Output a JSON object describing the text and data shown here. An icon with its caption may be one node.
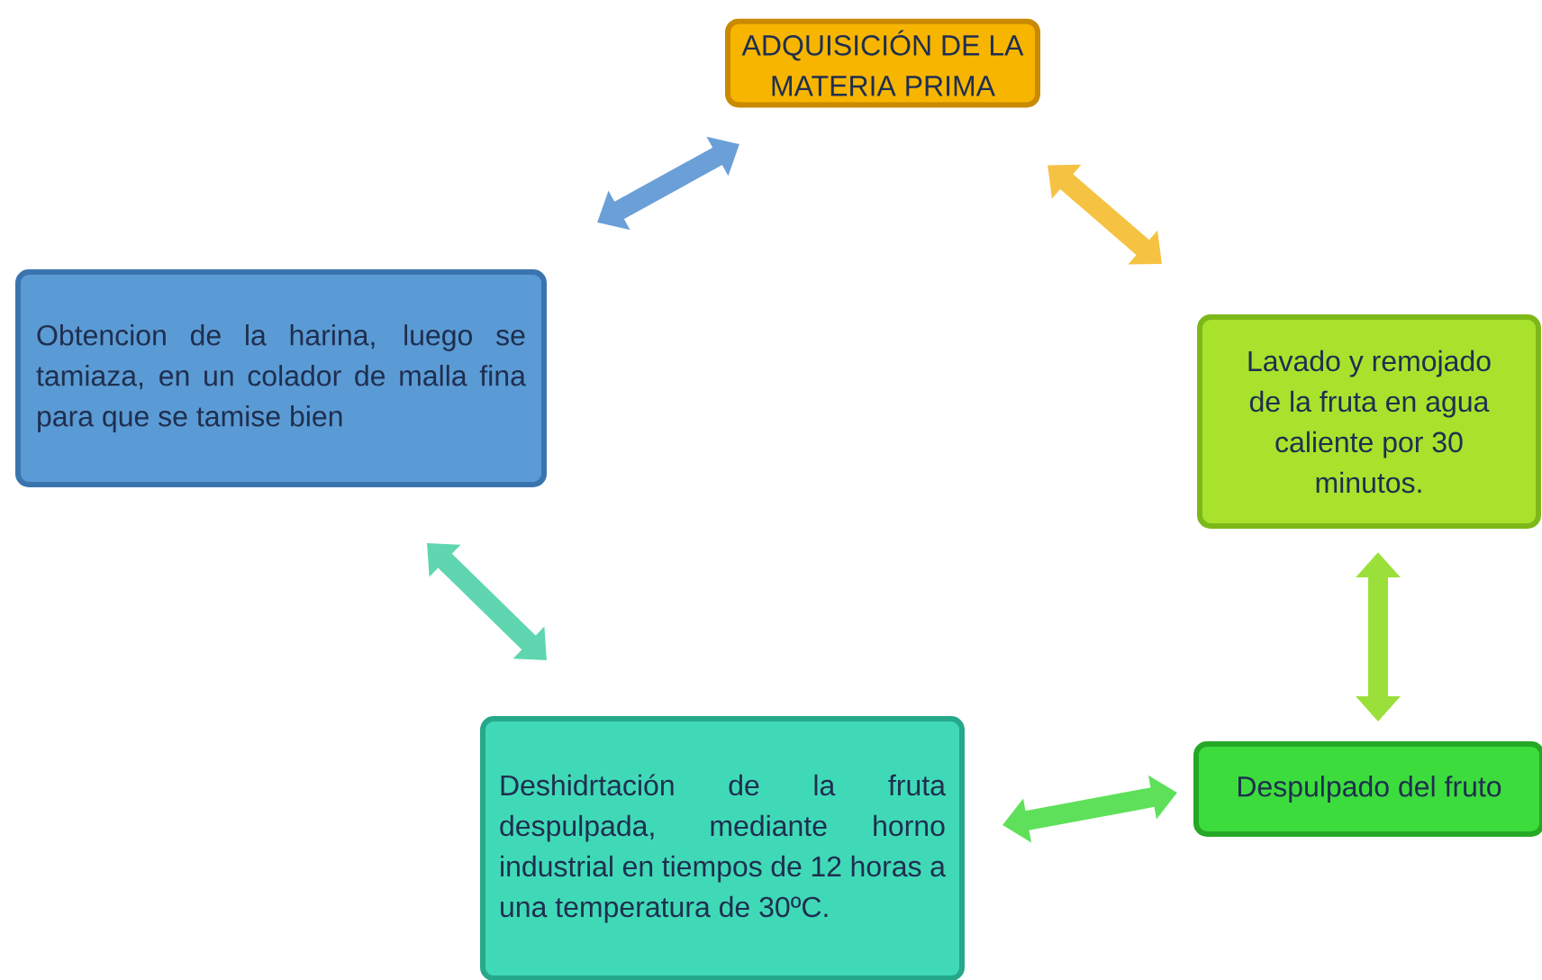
{
  "diagram": {
    "nodes": [
      {
        "text": [
          "ADQUISICIÓN DE LA MATERIA PRIMA"
        ]
      },
      {
        "text": [
          "Lavado y remojado de la fruta en agua caliente por 30 minutos."
        ]
      },
      {
        "text": [
          "Despulpado del fruto"
        ]
      },
      {
        "text": [
          "Deshidrtación de la fruta despulpada, mediante horno industrial en tiempos de 12 horas a una temperatura de 30ºC."
        ]
      },
      {
        "text": [
          "Obtencion de la harina, luego se tamiaza, en un colador de malla fina para que se tamise bien"
        ]
      }
    ],
    "edges": [
      {
        "from": 0,
        "to": 1,
        "arrow": "both",
        "color": "#f5c242"
      },
      {
        "from": 1,
        "to": 2,
        "arrow": "both",
        "color": "#9be03a"
      },
      {
        "from": 2,
        "to": 3,
        "arrow": "both",
        "color": "#5fe05a"
      },
      {
        "from": 3,
        "to": 4,
        "arrow": "both",
        "color": "#5fd6b0"
      },
      {
        "from": 4,
        "to": 0,
        "arrow": "both",
        "color": "#6a9fd8"
      }
    ]
  }
}
